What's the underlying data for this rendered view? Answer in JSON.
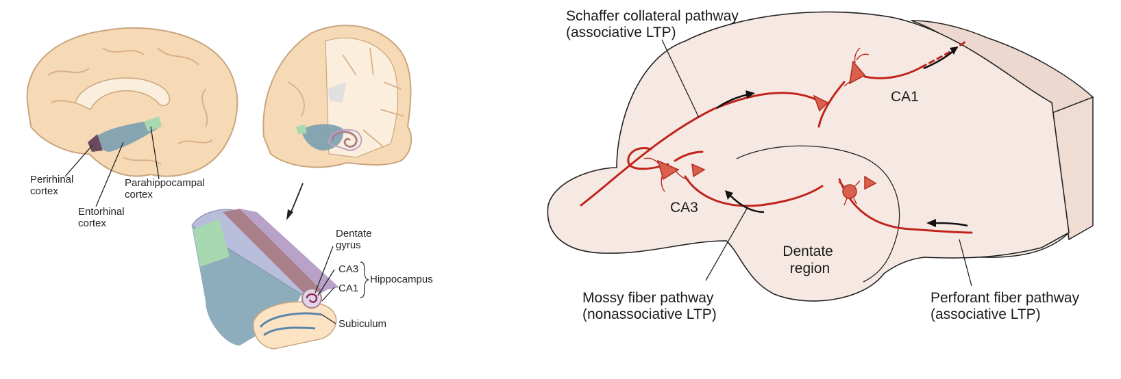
{
  "brain_labels": {
    "perirhinal_line1": "Perirhinal",
    "perirhinal_line2": "cortex",
    "entorhinal_line1": "Entorhinal",
    "entorhinal_line2": "cortex",
    "parahippocampal_line1": "Parahippocampal",
    "parahippocampal_line2": "cortex"
  },
  "hippocampus_labels": {
    "dentate_line1": "Dentate",
    "dentate_line2": "gyrus",
    "ca3": "CA3",
    "ca1": "CA1",
    "hippocampus": "Hippocampus",
    "subiculum": "Subiculum"
  },
  "pathway_labels": {
    "schaffer_line1": "Schaffer collateral pathway",
    "schaffer_line2": "(associative LTP)",
    "mossy_line1": "Mossy fiber pathway",
    "mossy_line2": "(nonassociative LTP)",
    "perforant_line1": "Perforant fiber pathway",
    "perforant_line2": "(associative LTP)",
    "ca1": "CA1",
    "ca3": "CA3",
    "dentate_line1": "Dentate",
    "dentate_line2": "region"
  },
  "colors": {
    "brain_fill": "#f6d9b5",
    "brain_stroke": "#c9a57f",
    "entorhinal": "#7a9fb0",
    "perirhinal": "#6b4a5e",
    "parahippocampal": "#a8d8b0",
    "slice_fill": "#f3e6df",
    "pathway_red": "#c0241b",
    "ca_purple": "#b8a2c8",
    "ca_mauve": "#a97f8a"
  }
}
